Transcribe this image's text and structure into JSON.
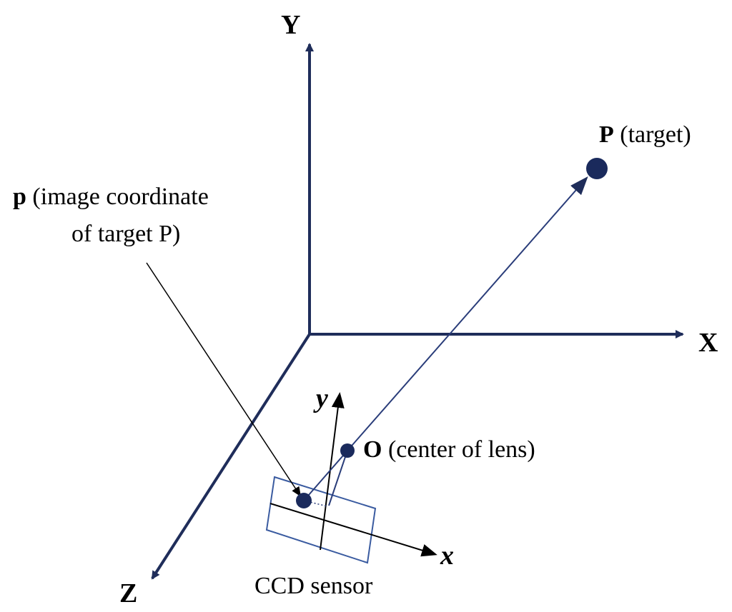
{
  "colors": {
    "world_axis": "#1f2d5a",
    "camera_axis": "#000000",
    "sensor_outline": "#3a5ba0",
    "point_fill": "#1a2a5c",
    "ray_line": "#2a3d7a"
  },
  "labels": {
    "world_y": "Y",
    "world_x": "X",
    "world_z": "Z",
    "cam_y": "y",
    "cam_x": "x",
    "target_symbol": "P",
    "target_text": " (target)",
    "image_symbol": "p",
    "image_text_line1": " (image coordinate",
    "image_text_line2": "of target P)",
    "lens_symbol": "O",
    "lens_text": " (center of lens)",
    "sensor": "CCD sensor"
  }
}
